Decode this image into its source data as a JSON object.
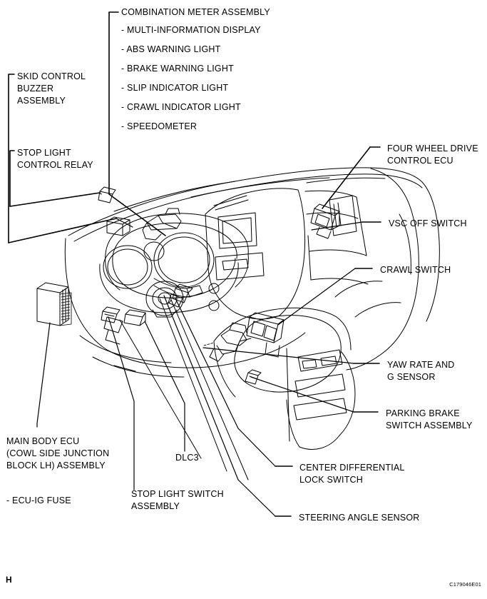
{
  "figure": {
    "title": "Vehicle instrument panel and console component location diagram",
    "page_marker": "H",
    "figure_code": "C179046E01"
  },
  "labels": {
    "combination_meter": {
      "heading": "COMBINATION METER ASSEMBLY",
      "items": [
        "- MULTI-INFORMATION DISPLAY",
        "- ABS WARNING LIGHT",
        "- BRAKE WARNING LIGHT",
        "- SLIP INDICATOR LIGHT",
        "- CRAWL INDICATOR LIGHT",
        "- SPEEDOMETER"
      ]
    },
    "skid_control_buzzer": {
      "line1": "SKID CONTROL",
      "line2": "BUZZER",
      "line3": "ASSEMBLY"
    },
    "stop_light_control_relay": {
      "line1": "STOP LIGHT",
      "line2": "CONTROL RELAY"
    },
    "four_wheel_drive_ecu": {
      "line1": "FOUR WHEEL DRIVE",
      "line2": "CONTROL ECU"
    },
    "vsc_off_switch": {
      "line1": "VSC OFF SWITCH"
    },
    "crawl_switch": {
      "line1": "CRAWL SWITCH"
    },
    "yaw_rate_g_sensor": {
      "line1": "YAW RATE AND",
      "line2": "G SENSOR"
    },
    "parking_brake_switch": {
      "line1": "PARKING BRAKE",
      "line2": "SWITCH ASSEMBLY"
    },
    "center_differential_lock_switch": {
      "line1": "CENTER DIFFERENTIAL",
      "line2": "LOCK SWITCH"
    },
    "steering_angle_sensor": {
      "line1": "STEERING ANGLE SENSOR"
    },
    "main_body_ecu": {
      "line1": "MAIN BODY ECU",
      "line2": "(COWL SIDE JUNCTION",
      "line3": "BLOCK LH) ASSEMBLY",
      "sub1": "- ECU-IG FUSE"
    },
    "dlc3": {
      "line1": "DLC3"
    },
    "stop_light_switch": {
      "line1": "STOP LIGHT SWITCH",
      "line2": "ASSEMBLY"
    }
  },
  "colors": {
    "ink": "#000000",
    "paper": "#ffffff"
  }
}
